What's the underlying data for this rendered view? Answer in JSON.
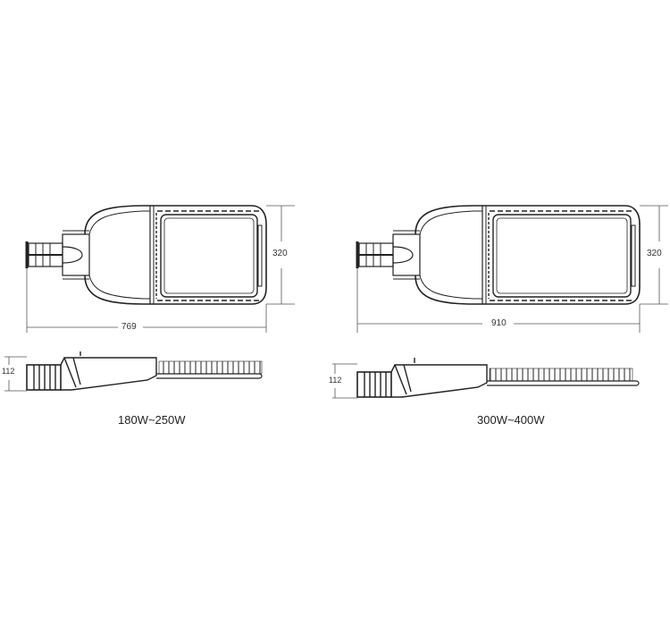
{
  "diagram": {
    "type": "technical-dimension-drawing",
    "subject": "LED street light housing (top and side views)",
    "variants": [
      {
        "caption": "180W~250W",
        "top_view": {
          "length_label": "769",
          "width_label": "320"
        },
        "side_view": {
          "height_label": "112"
        }
      },
      {
        "caption": "300W~400W",
        "top_view": {
          "length_label": "910",
          "width_label": "320"
        },
        "side_view": {
          "height_label": "112"
        }
      }
    ],
    "colors": {
      "line": "#222222",
      "dim_line": "#555555",
      "background": "#ffffff"
    }
  }
}
